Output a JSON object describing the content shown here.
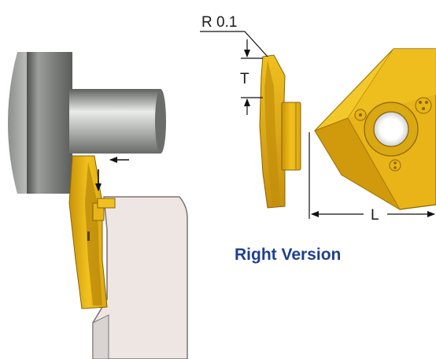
{
  "labels": {
    "radius": "R 0.1",
    "thickness": "T",
    "length": "L",
    "version": "Right Version"
  },
  "colors": {
    "caption": "#1f3f8f",
    "insert_gold": "#e8b418",
    "insert_shadow": "#b9870a",
    "workpiece_light": "#d9dcd9",
    "workpiece_dark": "#6d706d",
    "holder": "#eee6e3"
  },
  "icons": {
    "feed_arrow_horizontal": "arrow-left",
    "feed_arrow_vertical": "arrow-down"
  }
}
